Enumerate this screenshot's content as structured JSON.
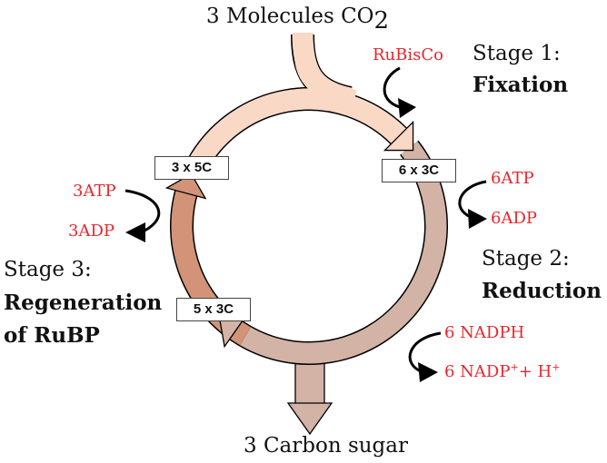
{
  "title": {
    "text": "3 Molecules CO",
    "subscript": "2"
  },
  "output_label": "3 Carbon sugar",
  "enzyme": "RuBisCo",
  "stages": [
    {
      "label": "Stage 1:",
      "name": "Fixation"
    },
    {
      "label": "Stage 2:",
      "name": "Reduction"
    },
    {
      "label": "Stage 3:",
      "name_line1": "Regeneration",
      "name_line2": "of RuBP"
    }
  ],
  "boxes": {
    "rubp": "3 x 5C",
    "fixed": "6 x 3C",
    "regen": "5 x 3C"
  },
  "reduction_inputs": {
    "atp": "6ATP",
    "adp": "6ADP",
    "nadph": "6 NADPH",
    "nadp": "6 NADP",
    "nadp_sup": "+",
    "plus_h": "+ H",
    "h_sup": "+"
  },
  "regen_inputs": {
    "atp": "3ATP",
    "adp": "3ADP"
  },
  "colors": {
    "fixation": "#f9d8c6",
    "reduction": "#d2b3a5",
    "regeneration": "#d29378",
    "red_text": "#e8262c"
  }
}
